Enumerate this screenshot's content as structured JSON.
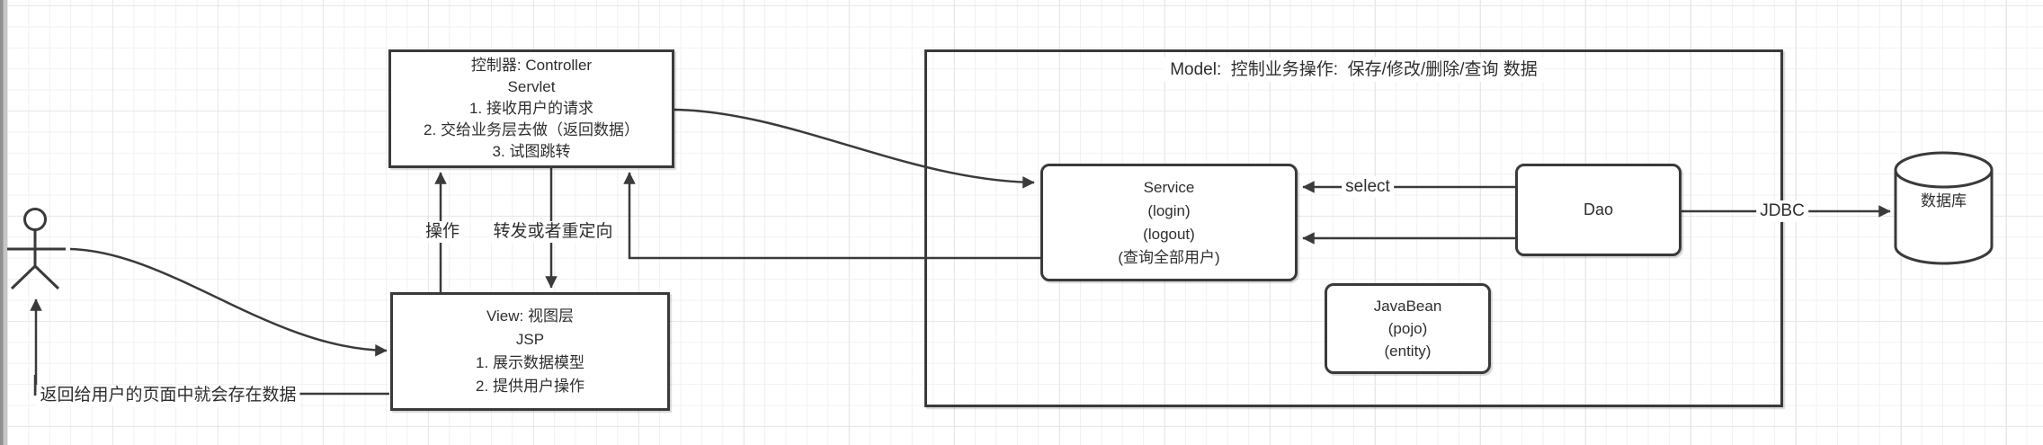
{
  "diagram": {
    "controller": {
      "lines": [
        "控制器: Controller",
        "Servlet",
        "1. 接收用户的请求",
        "2. 交给业务层去做（返回数据）",
        "3. 试图跳转"
      ]
    },
    "view": {
      "lines": [
        "View: 视图层",
        "JSP",
        "1. 展示数据模型",
        "2. 提供用户操作"
      ]
    },
    "model": {
      "title": "Model:  控制业务操作:  保存/修改/删除/查询 数据"
    },
    "service": {
      "lines": [
        "Service",
        "(login)",
        "(logout)",
        "(查询全部用户)"
      ]
    },
    "javabean": {
      "lines": [
        "JavaBean",
        "(pojo)",
        "(entity)"
      ]
    },
    "dao": {
      "label": "Dao"
    },
    "database": {
      "label": "数据库"
    },
    "edges": {
      "operate": "操作",
      "forward": "转发或者重定向",
      "select": "select",
      "jdbc": "JDBC",
      "return_to_user": "返回给用户的页面中就会存在数据"
    },
    "colors": {
      "stroke": "#3a3a3a",
      "text": "#2e2e2e",
      "box_fill": "#ffffff",
      "grid_minor": "#f1f1f1",
      "grid_major": "#e8e8e8"
    }
  }
}
